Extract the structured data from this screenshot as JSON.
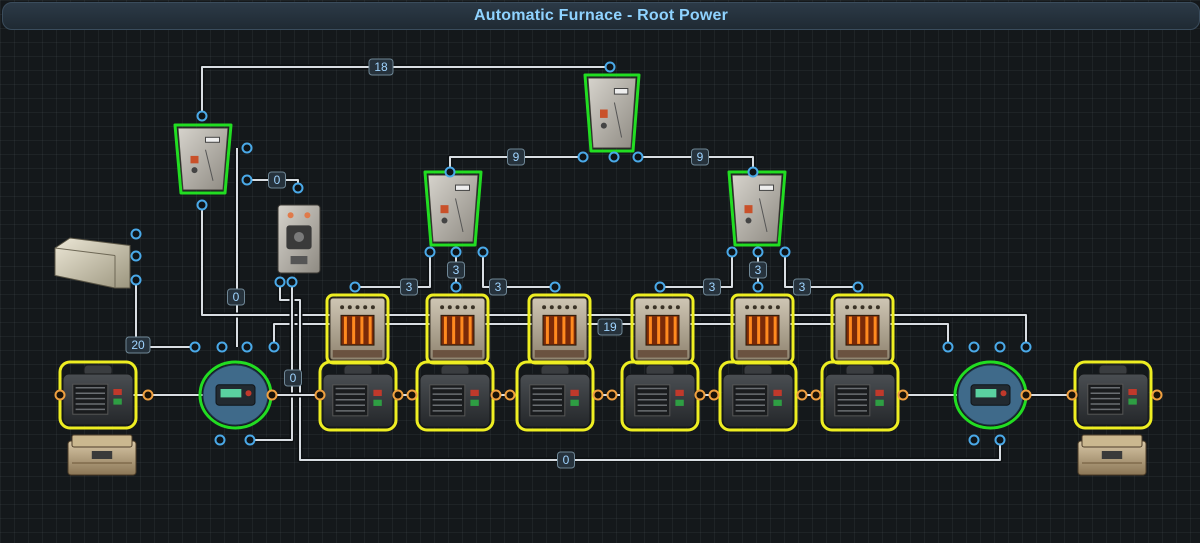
{
  "title": "Automatic Furnace - Root Power",
  "colors": {
    "wire": "#d8dde2",
    "port": "#4aa9e8",
    "power_port": "#f0a040",
    "badge_bg": "#26323c",
    "badge_border": "#6f8796",
    "badge_text": "#9fd4ff",
    "highlight_green": "#22dd22",
    "highlight_yellow": "#eeee22"
  },
  "components": [
    {
      "id": "battery-left",
      "kind": "battery",
      "highlight": "yellow"
    },
    {
      "id": "box-left",
      "kind": "storage-box",
      "highlight": "none"
    },
    {
      "id": "large-box",
      "kind": "large-box",
      "highlight": "none"
    },
    {
      "id": "counter-left",
      "kind": "counter",
      "highlight": "green"
    },
    {
      "id": "splitter-main",
      "kind": "splitter",
      "highlight": "green"
    },
    {
      "id": "switch",
      "kind": "switch",
      "highlight": "none"
    },
    {
      "id": "splitter-top",
      "kind": "splitter",
      "highlight": "green"
    },
    {
      "id": "splitter-left",
      "kind": "splitter",
      "highlight": "green"
    },
    {
      "id": "splitter-right",
      "kind": "splitter",
      "highlight": "green"
    },
    {
      "id": "furnace-1",
      "kind": "furnace",
      "highlight": "yellow"
    },
    {
      "id": "furnace-2",
      "kind": "furnace",
      "highlight": "yellow"
    },
    {
      "id": "furnace-3",
      "kind": "furnace",
      "highlight": "yellow"
    },
    {
      "id": "furnace-4",
      "kind": "furnace",
      "highlight": "yellow"
    },
    {
      "id": "furnace-5",
      "kind": "furnace",
      "highlight": "yellow"
    },
    {
      "id": "furnace-6",
      "kind": "furnace",
      "highlight": "yellow"
    },
    {
      "id": "battery-1",
      "kind": "battery",
      "highlight": "yellow"
    },
    {
      "id": "battery-2",
      "kind": "battery",
      "highlight": "yellow"
    },
    {
      "id": "battery-3",
      "kind": "battery",
      "highlight": "yellow"
    },
    {
      "id": "battery-4",
      "kind": "battery",
      "highlight": "yellow"
    },
    {
      "id": "battery-5",
      "kind": "battery",
      "highlight": "yellow"
    },
    {
      "id": "battery-6",
      "kind": "battery",
      "highlight": "yellow"
    },
    {
      "id": "counter-right",
      "kind": "counter",
      "highlight": "green"
    },
    {
      "id": "battery-right",
      "kind": "battery",
      "highlight": "yellow"
    },
    {
      "id": "box-right",
      "kind": "storage-box",
      "highlight": "none"
    }
  ],
  "wire_labels": [
    "18",
    "9",
    "9",
    "0",
    "3",
    "3",
    "3",
    "3",
    "3",
    "3",
    "0",
    "19",
    "20",
    "0",
    "0"
  ]
}
